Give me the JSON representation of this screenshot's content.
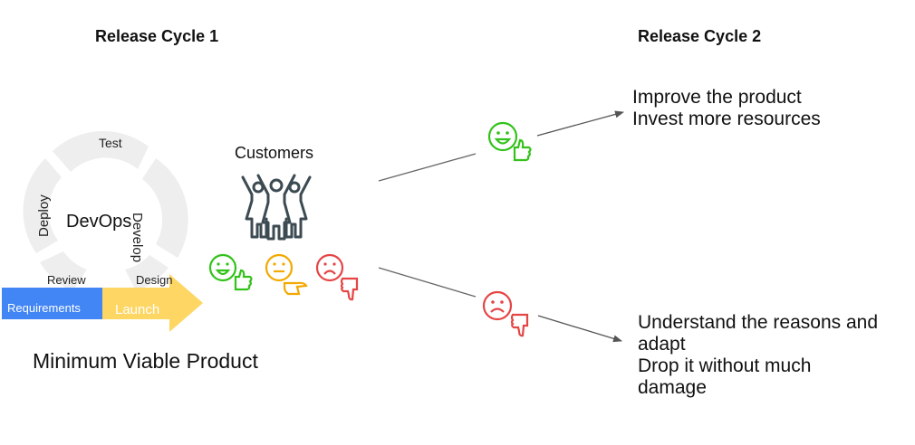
{
  "headings": {
    "cycle1": "Release Cycle 1",
    "cycle2": "Release Cycle 2"
  },
  "devops": {
    "center": "DevOps",
    "stages": {
      "top": "Test",
      "right": "Develop",
      "left": "Deploy",
      "bottom_left": "Review",
      "bottom_right": "Design"
    }
  },
  "mvp_arrow": {
    "requirements": "Requirements",
    "launch": "Launch",
    "colors": {
      "requirements": "#4285f4",
      "launch": "#fdd663"
    }
  },
  "mvp_caption": "Minimum Viable Product",
  "customers": {
    "label": "Customers",
    "icon": "people-cheering-icon",
    "reactions": [
      {
        "icon": "happy-face-thumbs-up-icon",
        "color": "#33c21a"
      },
      {
        "icon": "neutral-face-pointing-icon",
        "color": "#f2a900"
      },
      {
        "icon": "sad-face-thumbs-down-icon",
        "color": "#e54545"
      }
    ]
  },
  "outcomes": {
    "positive": {
      "icon": "happy-face-thumbs-up-icon",
      "color": "#33c21a",
      "lines": [
        "Improve the product",
        "Invest more resources"
      ]
    },
    "negative": {
      "icon": "sad-face-thumbs-down-icon",
      "color": "#e54545",
      "lines": [
        "Understand the reasons and",
        "adapt",
        "Drop it without much",
        "damage"
      ]
    }
  },
  "colors": {
    "ring": "#eeeeee",
    "icon_dark": "#3c4a52",
    "connector": "#666666"
  }
}
